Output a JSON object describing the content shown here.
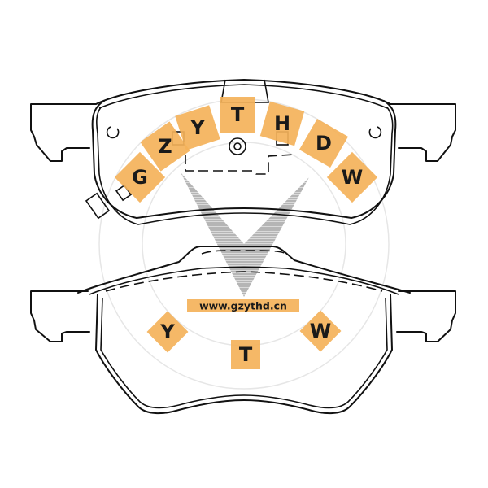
{
  "image": {
    "subject": "brake-pad-pair-drawing",
    "colors": {
      "outline": "#111111",
      "tile": "#f4b25a",
      "watermark_v": "#a8a8a8",
      "watermark_circle": "#e6e6e6",
      "background": "#ffffff"
    }
  },
  "watermark": {
    "arc_letters": [
      "G",
      "Z",
      "Y",
      "T",
      "H",
      "D",
      "W"
    ],
    "url": "www.gzythd.cn",
    "bottom_letters": {
      "left": "Y",
      "center": "T",
      "right": "W"
    }
  }
}
